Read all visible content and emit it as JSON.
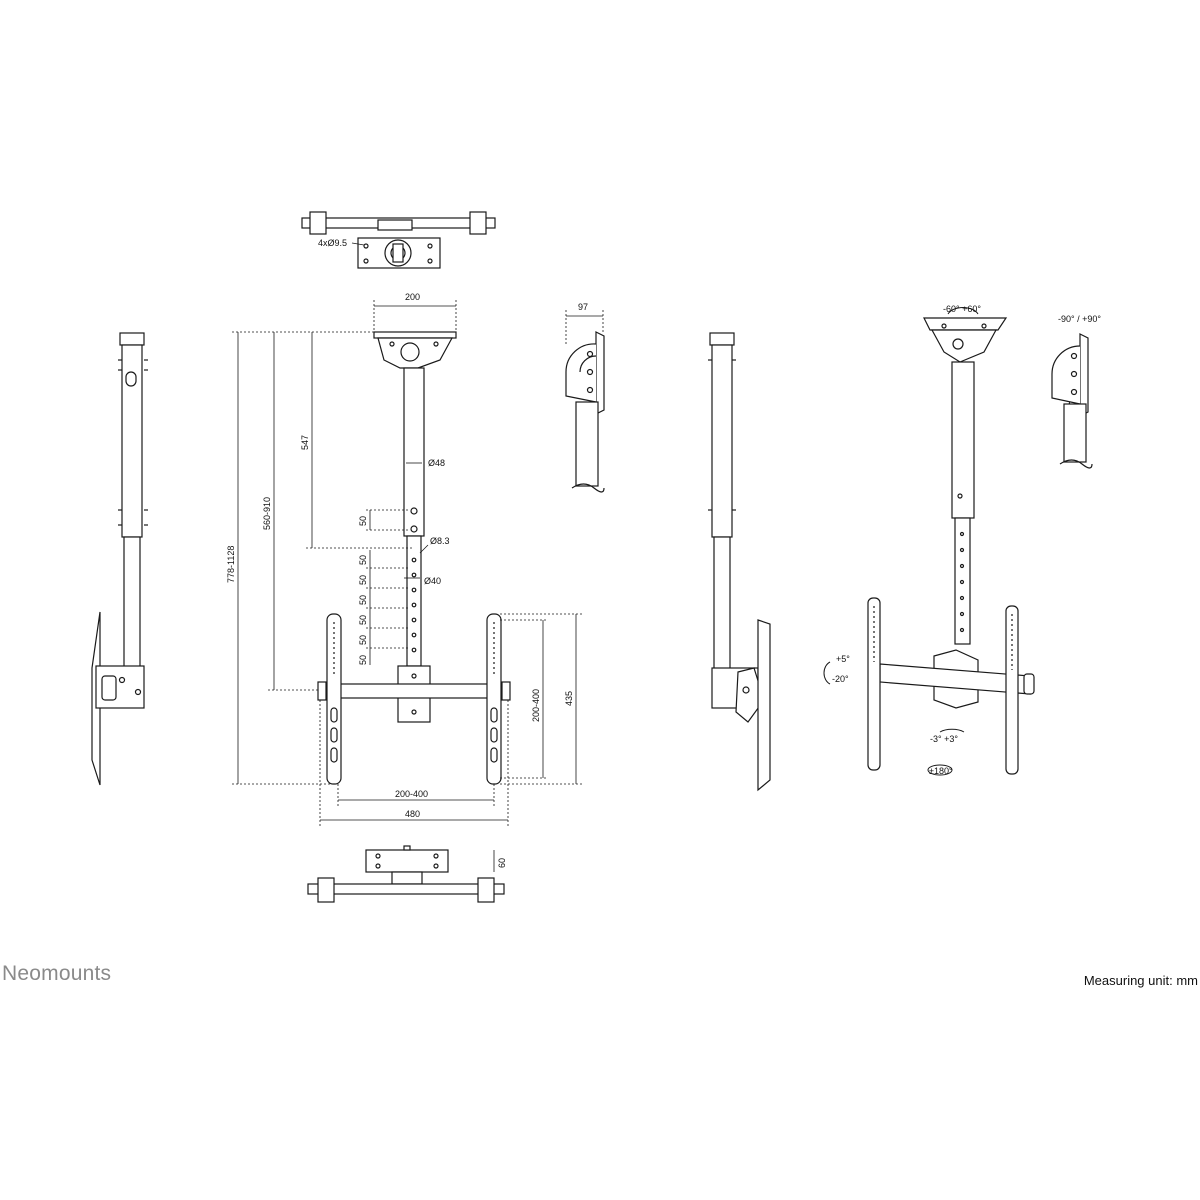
{
  "brand": "Neomounts",
  "measuring_unit": "Measuring unit: mm",
  "dimensions": {
    "top_holes": "4xØ9.5",
    "plate_width": "200",
    "depth": "97",
    "total_height": "778-1128",
    "height_range": "560-910",
    "upper_tube": "547",
    "tube_dia": "Ø48",
    "hole_dia": "Ø8.3",
    "lower_tube_dia": "Ø40",
    "step": "50",
    "vesa_height": "200-400",
    "bracket_height": "435",
    "vesa_width": "200-400",
    "bracket_width": "480",
    "clamp_depth": "60"
  },
  "angles": {
    "tilt_plate": "-60°  +60°",
    "swivel_plate": "-90° / +90°",
    "tilt_up": "+5°",
    "tilt_down": "-20°",
    "roll": "-3°  +3°",
    "rotate": "±180°"
  }
}
